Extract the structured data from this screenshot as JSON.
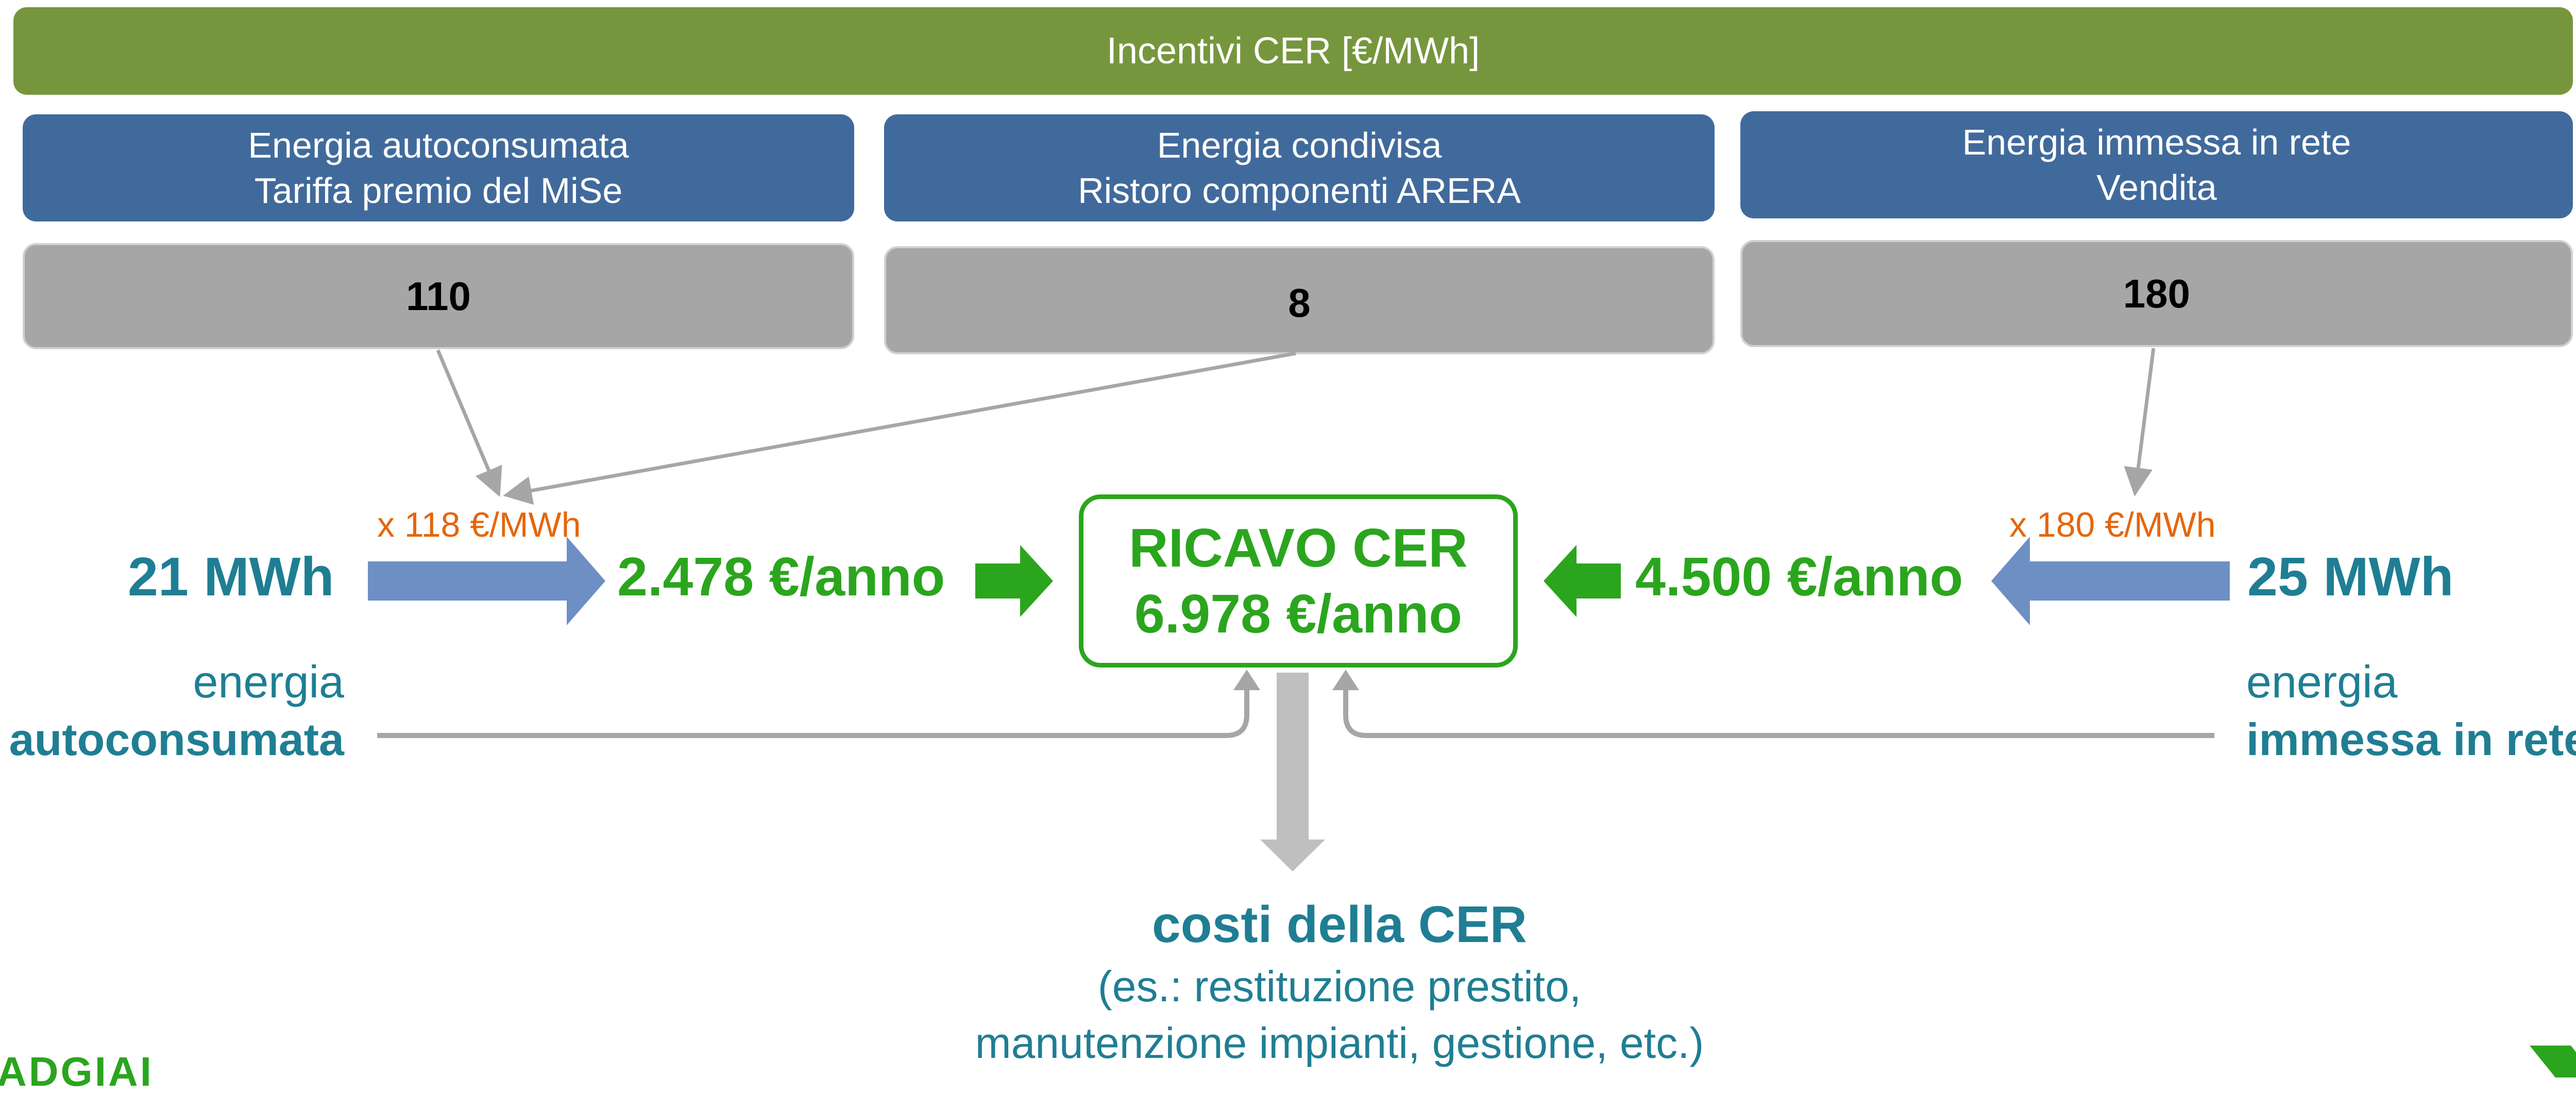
{
  "banner": {
    "title": "Incentivi CER [€/MWh]"
  },
  "columns": [
    {
      "line1": "Energia autoconsumata",
      "line2": "Tariffa premio del MiSe",
      "value": "110"
    },
    {
      "line1": "Energia condivisa",
      "line2": "Ristoro componenti ARERA",
      "value": "8"
    },
    {
      "line1": "Energia immessa in rete",
      "line2": "Vendita",
      "value": "180"
    }
  ],
  "left_flow": {
    "energy": "21 MWh",
    "rate": "x 118 €/MWh",
    "revenue": "2.478 €/anno",
    "label_line1": "energia",
    "label_line2": "autoconsumata"
  },
  "right_flow": {
    "energy": "25 MWh",
    "rate": "x 180 €/MWh",
    "revenue": "4.500 €/anno",
    "label_line1": "energia",
    "label_line2": "immessa in rete"
  },
  "center": {
    "line1": "RICAVO CER",
    "line2": "6.978 €/anno"
  },
  "costs": {
    "title": "costi della CER",
    "line1": "(es.: restituzione prestito,",
    "line2": "manutenzione impianti, gestione, etc.)"
  },
  "footer": {
    "logo_text": "ADGIAI"
  },
  "colors": {
    "banner": "#76963d",
    "header": "#416a9c",
    "value_box": "#a6a6a6",
    "green": "#2ba51e",
    "teal": "#1f7e93",
    "orange": "#e5660d",
    "arrow_blue": "#6d8fc4",
    "connector_grey": "#a6a6a6"
  }
}
